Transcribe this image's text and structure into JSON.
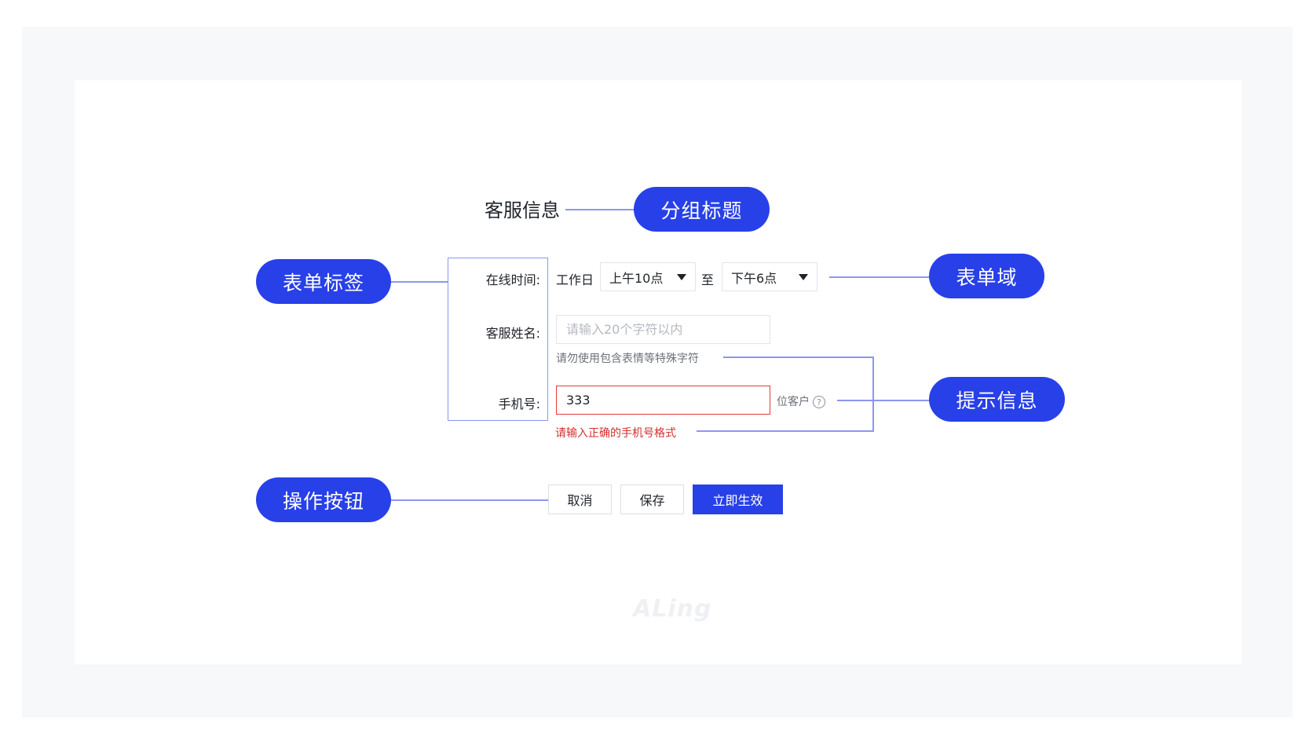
{
  "group_title": "客服信息",
  "callouts": {
    "group_title": "分组标题",
    "form_label": "表单标签",
    "form_field": "表单域",
    "hint_info": "提示信息",
    "action_buttons": "操作按钮"
  },
  "form": {
    "online_time": {
      "label": "在线时间:",
      "prefix": "工作日",
      "start_value": "上午10点",
      "separator": "至",
      "end_value": "下午6点"
    },
    "agent_name": {
      "label": "客服姓名:",
      "placeholder": "请输入20个字符以内",
      "hint": "请勿使用包含表情等特殊字符"
    },
    "phone": {
      "label": "手机号:",
      "value": "333",
      "suffix": "位客户",
      "help_glyph": "?",
      "error": "请输入正确的手机号格式"
    }
  },
  "actions": {
    "cancel": "取消",
    "save": "保存",
    "apply": "立即生效"
  },
  "watermark": "ALing",
  "colors": {
    "accent": "#2840e8",
    "connector": "#8e95f0",
    "error": "#e53935",
    "background": "#f7f8fa"
  }
}
